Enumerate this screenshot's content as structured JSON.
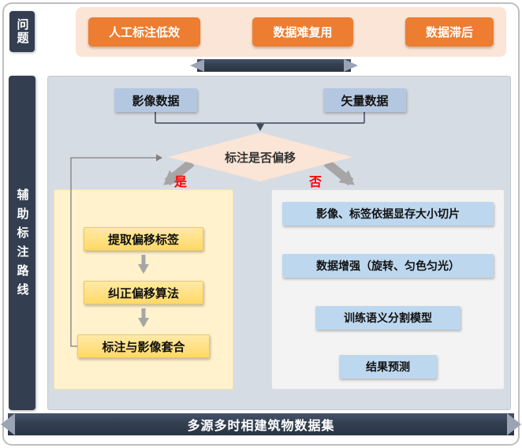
{
  "problem": {
    "label": "问题",
    "items": [
      {
        "label": "人工标注低效"
      },
      {
        "label": "数据难复用"
      },
      {
        "label": "数据滞后"
      }
    ]
  },
  "pipeline": {
    "label": "辅助标注路线",
    "inputs": [
      {
        "label": "影像数据"
      },
      {
        "label": "矢量数据"
      }
    ],
    "decision": {
      "label": "标注是否偏移",
      "yes": "是",
      "no": "否"
    },
    "yes_branch": {
      "steps": [
        {
          "label": "提取偏移标签"
        },
        {
          "label": "纠正偏移算法"
        },
        {
          "label": "标注与影像套合"
        }
      ]
    },
    "no_branch": {
      "steps": [
        {
          "label": "影像、标签依据显存大小切片"
        },
        {
          "label": "数据增强（旋转、匀色匀光）"
        },
        {
          "label": "训练语义分割模型"
        },
        {
          "label": "结果预测"
        }
      ]
    }
  },
  "footer": {
    "title": "多源多时相建筑物数据集"
  },
  "colors": {
    "dark": "#333F50",
    "accent_orange": "#ED7D31",
    "panel_peach": "#FBE5D6",
    "panel_bluegray": "#D6DCE4",
    "node_blue": "#B4C7E0",
    "node_lightblue": "#BDD7EE",
    "panel_yellow": "#FFF2CC",
    "node_yellow": "#FFD966",
    "branch_text_red": "#FF0000"
  }
}
